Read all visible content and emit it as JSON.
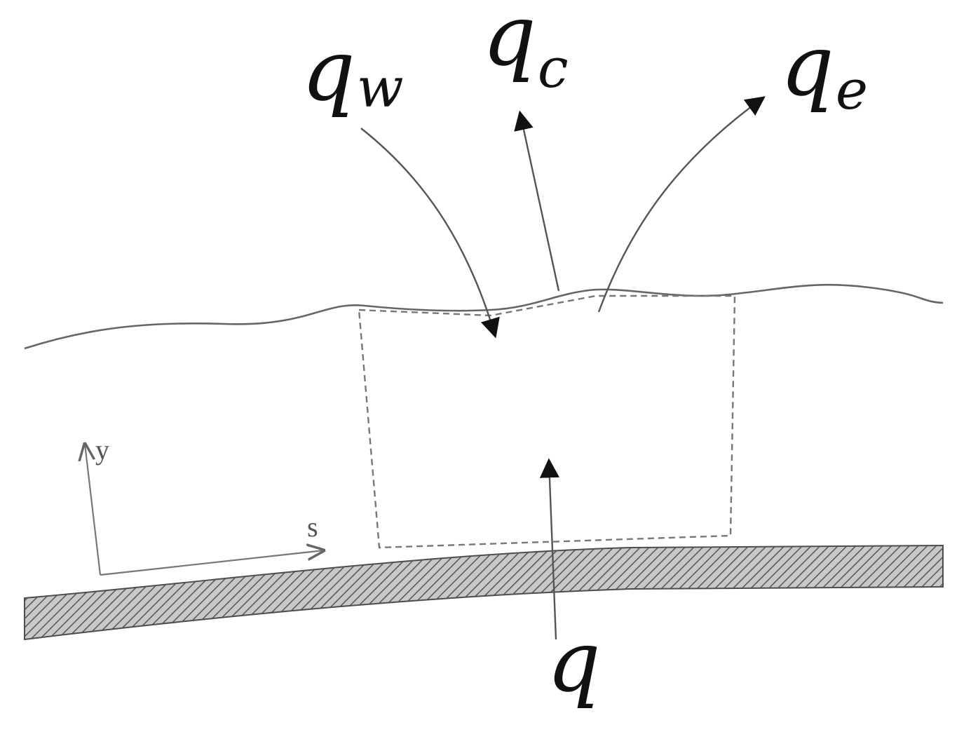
{
  "diagram": {
    "labels": {
      "q_w": {
        "base": "q",
        "sub": "w"
      },
      "q_c": {
        "base": "q",
        "sub": "c"
      },
      "q_e": {
        "base": "q",
        "sub": "e"
      },
      "q": {
        "base": "q"
      }
    },
    "axes": {
      "y_label": "y",
      "s_label": "s"
    },
    "colors": {
      "ink": "#111111",
      "stroke": "#555555",
      "wall_fill": "#bdbdbd",
      "hatch": "#5c5c5c",
      "dash": "#777777"
    }
  }
}
